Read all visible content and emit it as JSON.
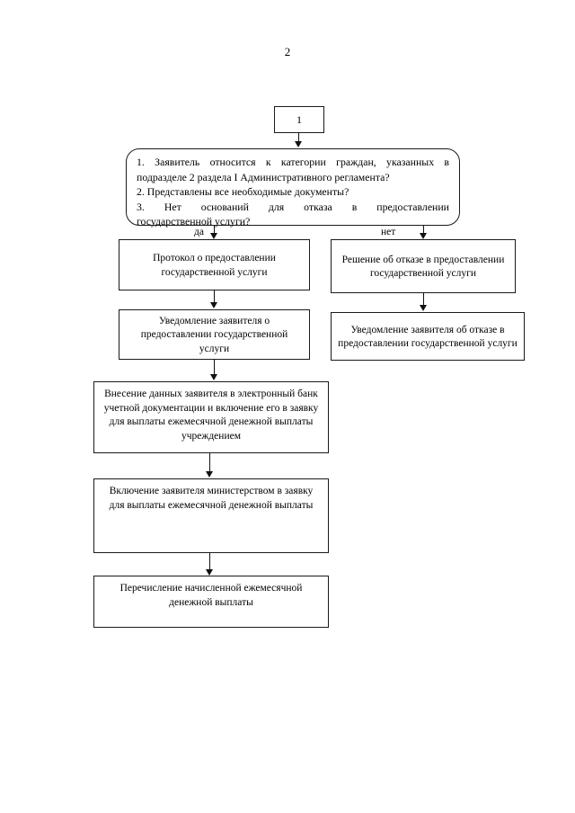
{
  "document": {
    "page_number": "2",
    "type": "flowchart"
  },
  "flowchart": {
    "start": {
      "label": "1"
    },
    "decision": {
      "lines": [
        "1.  Заявитель  относится  к  категории  граждан,  указанных  в подразделе 2 раздела I Административного регламента?",
        "2. Представлены все необходимые документы?",
        "3.   Нет   оснований   для   отказа   в   предоставлении государственной услуги?"
      ],
      "line1": "1. Заявитель относится к категории граждан, указанных в",
      "line2": "подразделе 2 раздела I Административного регламента?",
      "line3": "2. Представлены все необходимые документы?",
      "line4": "3. Нет оснований для отказа в предоставлении",
      "line5": "государственной услуги?"
    },
    "branches": {
      "yes_label": "да",
      "no_label": "нет"
    },
    "yes_path": [
      {
        "name": "protocol",
        "text": "Протокол о предоставлении государственной услуги"
      },
      {
        "name": "notification-granted",
        "text": "Уведомление заявителя о предоставлении государственной услуги"
      },
      {
        "name": "data-entry",
        "text": "Внесение данных заявителя в электронный банк учетной документации и включение его в заявку для выплаты ежемесячной денежной выплаты учреждением"
      },
      {
        "name": "ministry-inclusion",
        "text": "Включение заявителя министерством   в заявку для выплаты  ежемесячной денежной выплаты"
      },
      {
        "name": "payment-transfer",
        "text": "Перечисление начисленной ежемесячной денежной выплаты"
      }
    ],
    "no_path": [
      {
        "name": "refusal-decision",
        "text": "Решение об отказе в предоставлении государственной услуги"
      },
      {
        "name": "notification-refused",
        "text": "Уведомление заявителя об отказе в предоставлении государственной услуги"
      }
    ]
  },
  "colors": {
    "border": "#1a1a1a",
    "background": "#ffffff",
    "text": "#000000"
  }
}
